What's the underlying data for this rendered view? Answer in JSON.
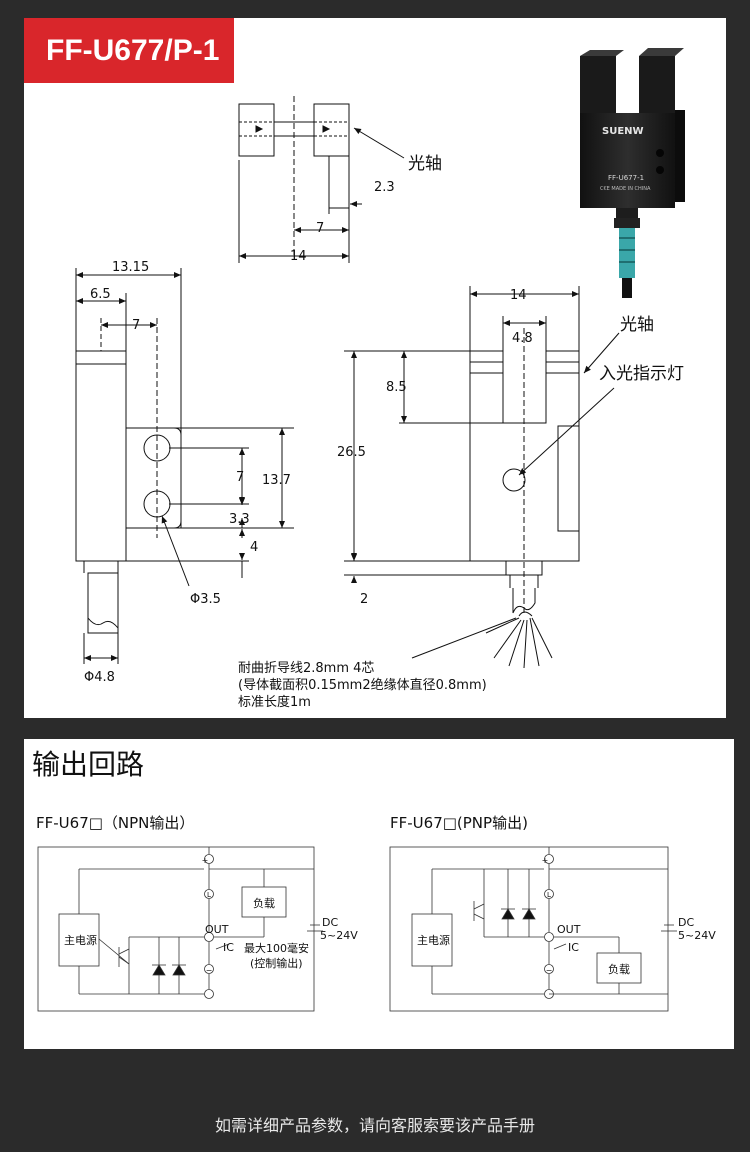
{
  "model_tag": "FF-U677/P-1",
  "photo": {
    "brand": "SUENW",
    "model": "FF-U677-1",
    "marks": "C€E MADE IN CHINA"
  },
  "dims": {
    "d_2_3": "2.3",
    "d_7_top": "7",
    "d_14_top": "14",
    "d_13_15": "13.15",
    "d_6_5": "6.5",
    "d_7_side": "7",
    "d_7_hole": "7",
    "d_3_3": "3.3",
    "d_13_7": "13.7",
    "d_4": "4",
    "d_phi3_5": "Φ3.5",
    "d_phi4_8": "Φ4.8",
    "d_14_front": "14",
    "d_4_8": "4.8",
    "d_8_5": "8.5",
    "d_26_5": "26.5",
    "d_2": "2"
  },
  "labels": {
    "optical_axis_1": "光轴",
    "optical_axis_2": "光轴",
    "indicator": "入光指示灯",
    "cable_line1": "耐曲折导线2.8mm 4芯",
    "cable_line2": "(导体截面积0.15mm2绝缘体直径0.8mm)",
    "cable_line3": "标准长度1m"
  },
  "circuit": {
    "section_title": "输出回路",
    "npn": {
      "title": "FF-U67□（NPN输出）",
      "main_power": "主电源",
      "load": "负载",
      "out": "OUT",
      "ic": "IC",
      "max_current": "最大100毫安",
      "control_output": "(控制输出)",
      "dc": "DC",
      "voltage": "5~24V",
      "plus": "+",
      "l": "L",
      "minus": "−"
    },
    "pnp": {
      "title": "FF-U67□(PNP输出)",
      "main_power": "主电源",
      "load": "负载",
      "out": "OUT",
      "ic": "IC",
      "dc": "DC",
      "voltage": "5~24V",
      "plus": "+",
      "l": "L",
      "minus": "−"
    }
  },
  "footer": "如需详细产品参数，请向客服索要该产品手册",
  "colors": {
    "tag_red": "#d9262b",
    "background": "#2b2b2b",
    "panel": "#ffffff",
    "cable_teal": "#3aa7a9"
  }
}
